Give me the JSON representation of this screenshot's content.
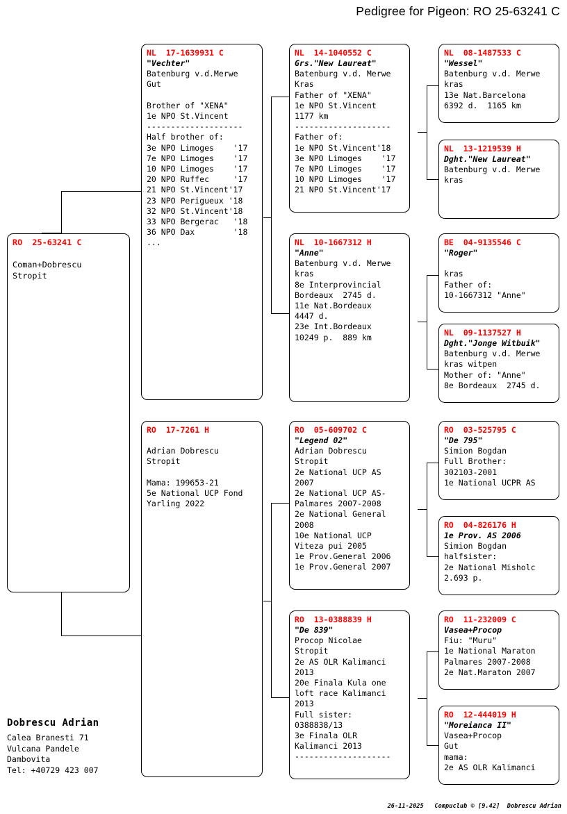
{
  "page": {
    "title": "Pedigree for Pigeon: RO  25-63241 C"
  },
  "subject": {
    "ring": "RO  25-63241 C",
    "lines": [
      "",
      "Coman+Dobrescu",
      "Stropit"
    ]
  },
  "generation1": {
    "sire": {
      "ring": "NL  17-1639931 C",
      "lines": [
        {
          "t": "\"Vechter\"",
          "i": true
        },
        {
          "t": "Batenburg v.d.Merwe"
        },
        {
          "t": "Gut"
        },
        {
          "t": ""
        },
        {
          "t": "Brother of \"XENA\""
        },
        {
          "t": "1e NPO St.Vincent"
        },
        {
          "t": "--------------------"
        },
        {
          "t": "Half brother of:"
        },
        {
          "t": "3e NPO Limoges    '17"
        },
        {
          "t": "7e NPO Limoges    '17"
        },
        {
          "t": "10 NPO Limoges    '17"
        },
        {
          "t": "20 NPO Ruffec     '17"
        },
        {
          "t": "21 NPO St.Vincent'17"
        },
        {
          "t": "23 NPO Perigueux '18"
        },
        {
          "t": "32 NPO St.Vincent'18"
        },
        {
          "t": "33 NPO Bergerac   '18"
        },
        {
          "t": "36 NPO Dax        '18"
        },
        {
          "t": "..."
        }
      ]
    },
    "dam": {
      "ring": "RO  17-7261 H",
      "lines": [
        {
          "t": ""
        },
        {
          "t": "Adrian Dobrescu"
        },
        {
          "t": "Stropit"
        },
        {
          "t": ""
        },
        {
          "t": "Mama: 199653-21"
        },
        {
          "t": "5e National UCP Fond"
        },
        {
          "t": "Yarling 2022"
        }
      ]
    }
  },
  "generation2": {
    "sire_sire": {
      "ring": "NL  14-1040552 C",
      "lines": [
        {
          "t": "Grs.\"New Laureat\"",
          "i": true
        },
        {
          "t": "Batenburg v.d. Merwe"
        },
        {
          "t": "Kras"
        },
        {
          "t": "Father of \"XENA\""
        },
        {
          "t": "1e NPO St.Vincent"
        },
        {
          "t": "1177 km"
        },
        {
          "t": "--------------------"
        },
        {
          "t": "Father of:"
        },
        {
          "t": "1e NPO St.Vincent'18"
        },
        {
          "t": "3e NPO Limoges    '17"
        },
        {
          "t": "7e NPO Limoges    '17"
        },
        {
          "t": "10 NPO Limoges    '17"
        },
        {
          "t": "21 NPO St.Vincent'17"
        }
      ]
    },
    "sire_dam": {
      "ring": "NL  10-1667312 H",
      "lines": [
        {
          "t": "\"Anne\"",
          "i": true
        },
        {
          "t": "Batenburg v.d. Merwe"
        },
        {
          "t": "kras"
        },
        {
          "t": "8e Interprovincial"
        },
        {
          "t": "Bordeaux  2745 d."
        },
        {
          "t": "11e Nat.Bordeaux"
        },
        {
          "t": "4447 d."
        },
        {
          "t": "23e Int.Bordeaux"
        },
        {
          "t": "10249 p.  889 km"
        }
      ]
    },
    "dam_sire": {
      "ring": "RO  05-609702 C",
      "lines": [
        {
          "t": "\"Legend 02\"",
          "i": true
        },
        {
          "t": "Adrian Dobrescu"
        },
        {
          "t": "Stropit"
        },
        {
          "t": "2e National UCP AS"
        },
        {
          "t": "2007"
        },
        {
          "t": "2e National UCP AS-"
        },
        {
          "t": "Palmares 2007-2008"
        },
        {
          "t": "2e National General"
        },
        {
          "t": "2008"
        },
        {
          "t": "10e National UCP"
        },
        {
          "t": "Viteza pui 2005"
        },
        {
          "t": "1e Prov.General 2006"
        },
        {
          "t": "1e Prov.General 2007"
        }
      ]
    },
    "dam_dam": {
      "ring": "RO  13-0388839 H",
      "lines": [
        {
          "t": "\"De 839\"",
          "i": true
        },
        {
          "t": "Procop Nicolae"
        },
        {
          "t": "Stropit"
        },
        {
          "t": "2e AS OLR Kalimanci"
        },
        {
          "t": "2013"
        },
        {
          "t": "20e Finala Kula one"
        },
        {
          "t": "loft race Kalimanci"
        },
        {
          "t": "2013"
        },
        {
          "t": "Full sister:"
        },
        {
          "t": "0388838/13"
        },
        {
          "t": "3e Finala OLR"
        },
        {
          "t": "Kalimanci 2013"
        },
        {
          "t": "--------------------"
        }
      ]
    }
  },
  "generation3": {
    "ss_sire": {
      "ring": "NL  08-1487533 C",
      "lines": [
        {
          "t": "\"Wessel\"",
          "i": true
        },
        {
          "t": "Batenburg v.d. Merwe"
        },
        {
          "t": "kras"
        },
        {
          "t": "13e Nat.Barcelona"
        },
        {
          "t": "6392 d.  1165 km"
        }
      ]
    },
    "ss_dam": {
      "ring": "NL  13-1219539 H",
      "lines": [
        {
          "t": "Dght.\"New Laureat\"",
          "i": true
        },
        {
          "t": "Batenburg v.d. Merwe"
        },
        {
          "t": "kras"
        }
      ]
    },
    "sd_sire": {
      "ring": "BE  04-9135546 C",
      "lines": [
        {
          "t": "\"Roger\"",
          "i": true
        },
        {
          "t": ""
        },
        {
          "t": "kras"
        },
        {
          "t": "Father of:"
        },
        {
          "t": "10-1667312 \"Anne\""
        }
      ]
    },
    "sd_dam": {
      "ring": "NL  09-1137527 H",
      "lines": [
        {
          "t": "Dght.\"Jonge Witbuik\"",
          "i": true
        },
        {
          "t": "Batenburg v.d. Merwe"
        },
        {
          "t": "kras witpen"
        },
        {
          "t": "Mother of: \"Anne\""
        },
        {
          "t": "8e Bordeaux  2745 d."
        }
      ]
    },
    "ds_sire": {
      "ring": "RO  03-525795 C",
      "lines": [
        {
          "t": "\"De 795\"",
          "i": true
        },
        {
          "t": "Simion Bogdan"
        },
        {
          "t": "Full Brother:"
        },
        {
          "t": "302103-2001"
        },
        {
          "t": "1e National UCPR AS"
        }
      ]
    },
    "ds_dam": {
      "ring": "RO  04-826176 H",
      "lines": [
        {
          "t": "1e Prov. AS 2006",
          "i": true
        },
        {
          "t": "Simion Bogdan"
        },
        {
          "t": "halfsister:"
        },
        {
          "t": "2e National Misholc"
        },
        {
          "t": "2.693 p."
        }
      ]
    },
    "dd_sire": {
      "ring": "RO  11-232009 C",
      "lines": [
        {
          "t": "Vasea+Procop",
          "i": true
        },
        {
          "t": "Fiu: \"Muru\""
        },
        {
          "t": "1e National Maraton"
        },
        {
          "t": "Palmares 2007-2008"
        },
        {
          "t": "2e Nat.Maraton 2007"
        }
      ]
    },
    "dd_dam": {
      "ring": "RO  12-444019 H",
      "lines": [
        {
          "t": "\"Moreianca II\"",
          "i": true
        },
        {
          "t": "Vasea+Procop"
        },
        {
          "t": "Gut"
        },
        {
          "t": "mama:"
        },
        {
          "t": "2e AS OLR Kalimanci"
        }
      ]
    }
  },
  "owner": {
    "name": "Dobrescu Adrian",
    "address_lines": [
      "Calea Branesti 71",
      "Vulcana Pandele",
      "Dambovita",
      "Tel: +40729 423 007"
    ]
  },
  "footer": {
    "text": "26-11-2025   Compuclub © [9.42]  Dobrescu Adrian"
  },
  "colors": {
    "ring_red": "#ff0000",
    "text_black": "#000000",
    "page_bg": "#ffffff"
  }
}
